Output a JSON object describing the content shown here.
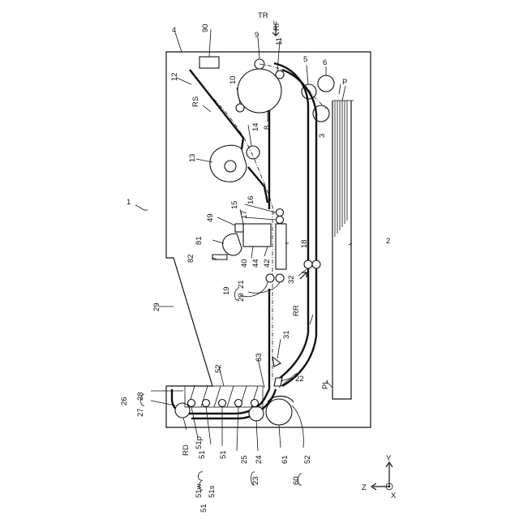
{
  "figure": {
    "labels": {
      "l1": "1",
      "l2": "2",
      "l3": "3",
      "l4": "4",
      "l5": "5",
      "l6": "6",
      "l8": "8",
      "l9": "9",
      "l10": "10",
      "l11": "11",
      "l12": "12",
      "l13": "13",
      "l14": "14",
      "l15": "15",
      "l16": "16",
      "l17": "17",
      "l18": "18",
      "l19": "19",
      "l20": "20",
      "l21": "21",
      "l22": "22",
      "l23": "23",
      "l24": "24",
      "l25": "25",
      "l26": "26",
      "l27": "27",
      "l28": "28",
      "l29": "29",
      "l31": "31",
      "l32": "32",
      "l40": "40",
      "l42": "42",
      "l44": "44",
      "l49": "49",
      "l51a": "51",
      "l51b": "51",
      "l51c": "51",
      "l51p": "51p",
      "l51s": "51s",
      "l51w": "51w",
      "l52a": "52",
      "l52b": "52",
      "l60": "60",
      "l61": "61",
      "l63": "63",
      "l81": "81",
      "l82": "82",
      "l90": "90",
      "P": "P",
      "PL": "PL",
      "RS": "RS",
      "RR": "RR",
      "RD": "RD",
      "TR": "TR",
      "RF": "RF"
    },
    "axes": {
      "x": "X",
      "y": "Y",
      "z": "Z"
    }
  }
}
